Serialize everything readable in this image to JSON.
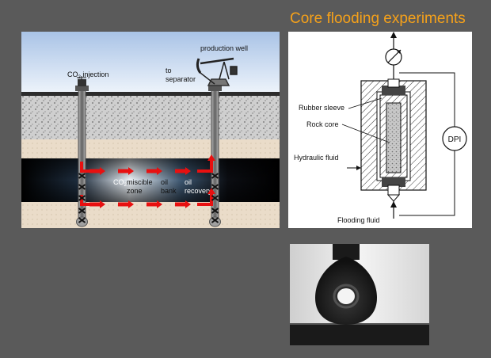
{
  "slide": {
    "title": "Core flooding experiments"
  },
  "eor_diagram": {
    "injection_label": "CO",
    "injection_sub": "2",
    "injection_suffix": " injection",
    "production_label": "production well",
    "separator_line1": "to",
    "separator_line2": "separator",
    "co2_label": "CO",
    "co2_sub": "2",
    "miscible_line1": "miscible",
    "miscible_line2": "zone",
    "oilbank_line1": "oil",
    "oilbank_line2": "bank",
    "recovery_line1": "oil",
    "recovery_line2": "recovery"
  },
  "core_diagram": {
    "rubber_sleeve": "Rubber sleeve",
    "rock_core": "Rock core",
    "hydraulic_fluid": "Hydraulic fluid",
    "dpi": "DPI",
    "flooding_fluid": "Flooding fluid"
  },
  "colors": {
    "title": "#f5a11a",
    "background": "#5a5a5a",
    "arrows": "#e81010"
  }
}
